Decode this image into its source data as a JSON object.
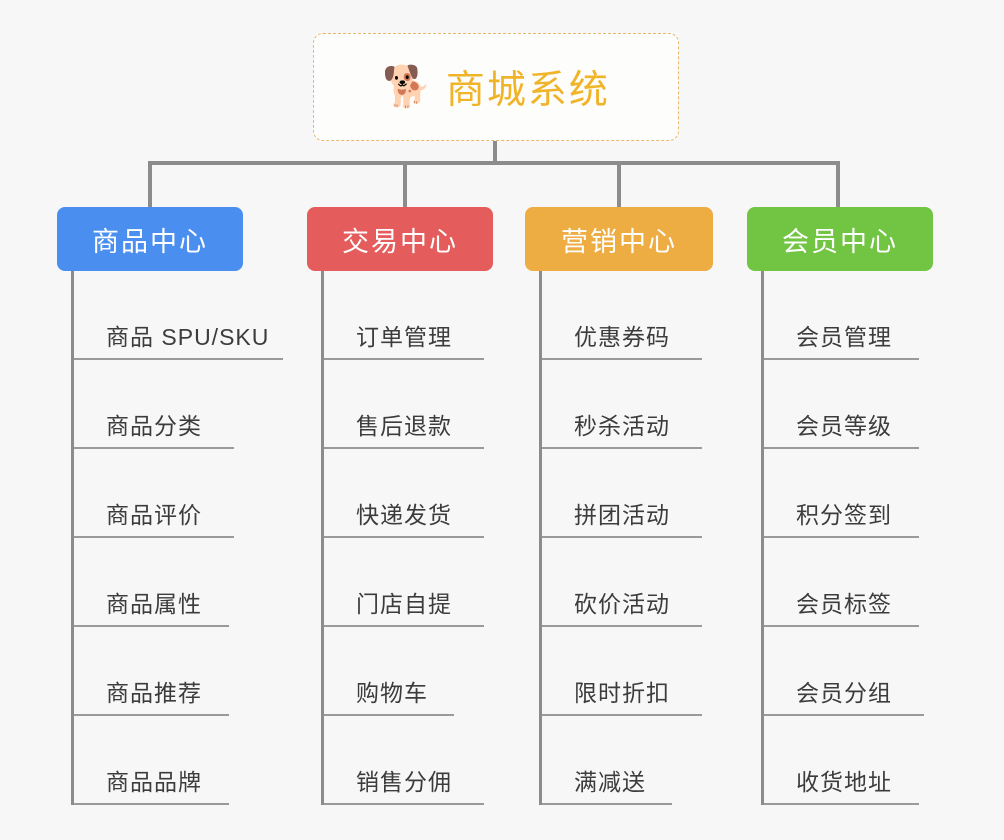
{
  "root": {
    "icon": "shiba-dog-face-icon",
    "emoji": "🐕",
    "title": "商城系统",
    "border_color": "#e8b96a",
    "text_color": "#f0b429",
    "background": "#fdfdfc"
  },
  "canvas": {
    "background": "#f7f7f7",
    "connector_color": "#8c8c8c"
  },
  "branches": [
    {
      "title": "商品中心",
      "color": "#4a8ef0",
      "leaves": [
        "商品 SPU/SKU",
        "商品分类",
        "商品评价",
        "商品属性",
        "商品推荐",
        "商品品牌"
      ]
    },
    {
      "title": "交易中心",
      "color": "#e45c5c",
      "leaves": [
        "订单管理",
        "售后退款",
        "快递发货",
        "门店自提",
        "购物车",
        "销售分佣"
      ]
    },
    {
      "title": "营销中心",
      "color": "#edad42",
      "leaves": [
        "优惠券码",
        "秒杀活动",
        "拼团活动",
        "砍价活动",
        "限时折扣",
        "满减送"
      ]
    },
    {
      "title": "会员中心",
      "color": "#72c443",
      "leaves": [
        "会员管理",
        "会员等级",
        "积分签到",
        "会员标签",
        "会员分组",
        "收货地址"
      ]
    }
  ],
  "layout": {
    "branch_lefts": [
      57,
      307,
      525,
      747
    ],
    "branch_widths": [
      186,
      186,
      188,
      186
    ],
    "drop_lefts": [
      148,
      403,
      617,
      836
    ],
    "leaf_rule_widths": [
      [
        209,
        160,
        160,
        155,
        155,
        155
      ],
      [
        160,
        160,
        160,
        160,
        130,
        160
      ],
      [
        160,
        160,
        160,
        160,
        160,
        130
      ],
      [
        155,
        155,
        155,
        155,
        160,
        155
      ]
    ]
  }
}
